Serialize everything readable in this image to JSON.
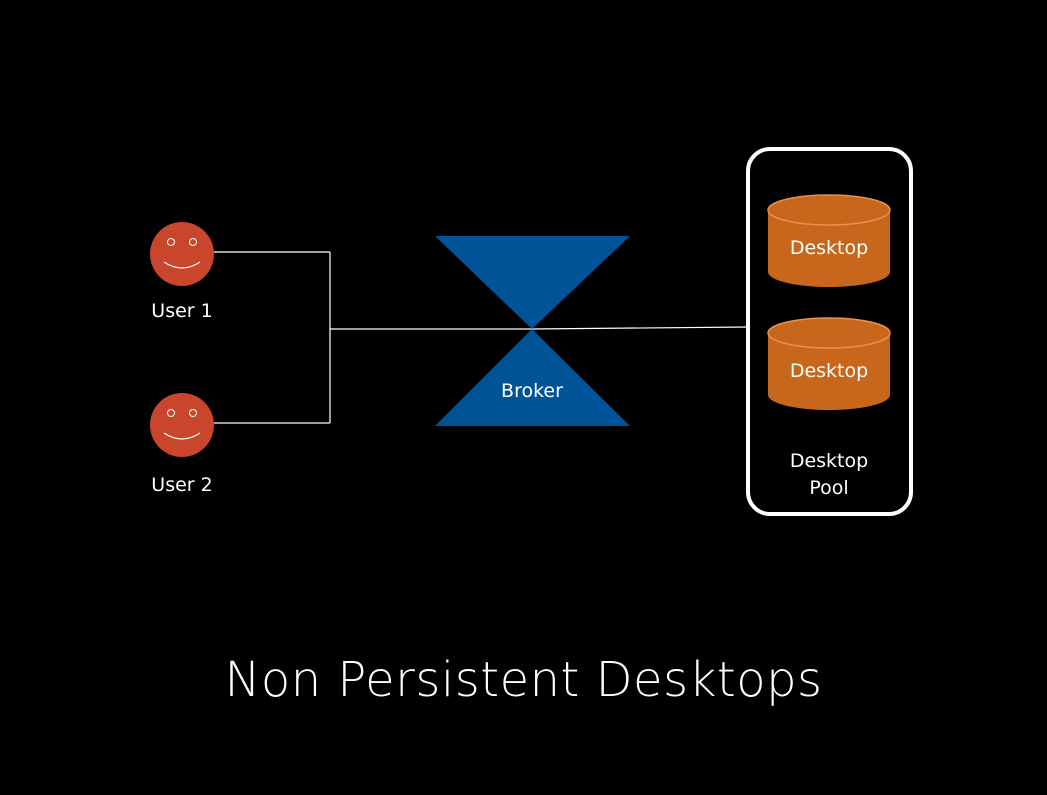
{
  "colors": {
    "background": "#000000",
    "user_face": "#c9452c",
    "broker": "#005397",
    "desktop": "#c8661b",
    "lines": "#ffffff"
  },
  "users": [
    {
      "label": "User 1",
      "icon": "smiley-face-icon"
    },
    {
      "label": "User 2",
      "icon": "smiley-face-icon"
    }
  ],
  "broker": {
    "label": "Broker",
    "icon": "hourglass-shape"
  },
  "pool": {
    "label_line1": "Desktop",
    "label_line2": "Pool",
    "desktops": [
      {
        "label": "Desktop",
        "icon": "cylinder-icon"
      },
      {
        "label": "Desktop",
        "icon": "cylinder-icon"
      }
    ]
  },
  "title": "Non Persistent Desktops"
}
